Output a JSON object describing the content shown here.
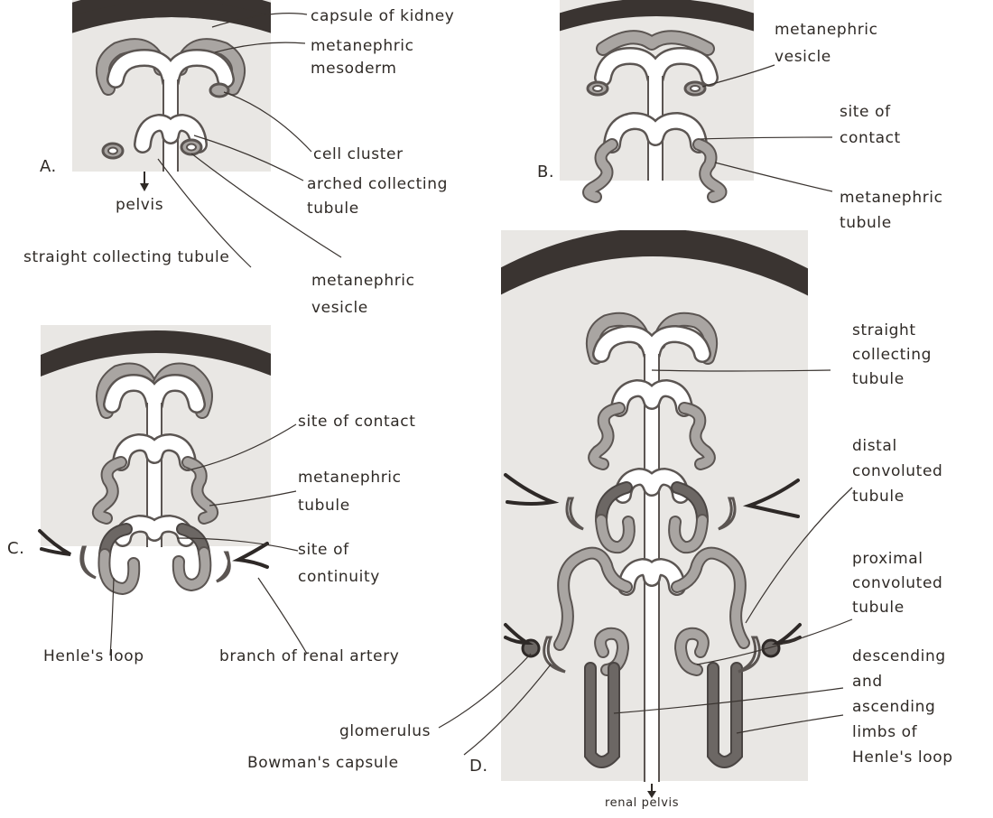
{
  "panels": {
    "A": {
      "letter": "A.",
      "labels": {
        "capsule_of_kidney": "capsule of kidney",
        "metanephric_mesoderm": "metanephric\nmesoderm",
        "cell_cluster": "cell cluster",
        "arched_collecting_tubule": "arched collecting\ntubule",
        "pelvis": "pelvis",
        "straight_collecting_tubule": "straight collecting tubule",
        "metanephric_vesicle": "metanephric\nvesicle"
      }
    },
    "B": {
      "letter": "B.",
      "labels": {
        "metanephric_vesicle": "metanephric\nvesicle",
        "site_of_contact": "site of\ncontact",
        "metanephric_tubule": "metanephric\ntubule"
      }
    },
    "C": {
      "letter": "C.",
      "labels": {
        "site_of_contact": "site of contact",
        "metanephric_tubule": "metanephric\ntubule",
        "site_of_continuity": "site of\ncontinuity",
        "henles_loop": "Henle's loop",
        "branch_of_renal_artery": "branch of renal artery"
      }
    },
    "D": {
      "letter": "D.",
      "labels": {
        "straight_collecting_tubule": "straight\ncollecting\ntubule",
        "distal_convoluted_tubule": "distal\nconvoluted\ntubule",
        "proximal_convoluted_tubule": "proximal\nconvoluted\ntubule",
        "descending_ascending_limbs": "descending\nand\nascending\nlimbs of\nHenle's loop",
        "glomerulus": "glomerulus",
        "bowmans_capsule": "Bowman's capsule",
        "renal_pelvis": "renal pelvis"
      }
    }
  },
  "colors": {
    "tissue": "#e9e7e4",
    "capsule": "#3a3431",
    "outline": "#5b5552",
    "metanephric_fill": "#a9a5a2",
    "henle_dark": "#4a4543",
    "text": "#2f2a26"
  }
}
